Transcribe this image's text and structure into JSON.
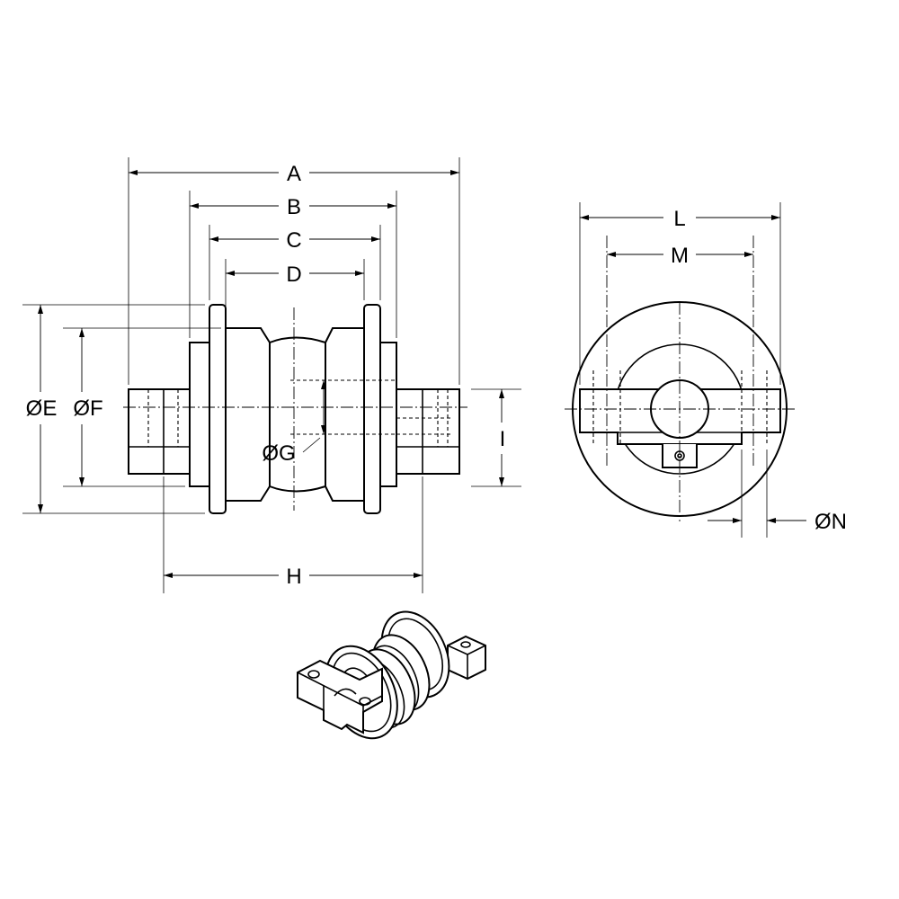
{
  "dimension_labels": {
    "A": "A",
    "B": "B",
    "C": "C",
    "D": "D",
    "E": "ØE",
    "F": "ØF",
    "G": "ØG",
    "H": "H",
    "I": "I",
    "L": "L",
    "M": "M",
    "N": "ØN"
  },
  "colors": {
    "line": "#000000",
    "background": "#ffffff"
  }
}
